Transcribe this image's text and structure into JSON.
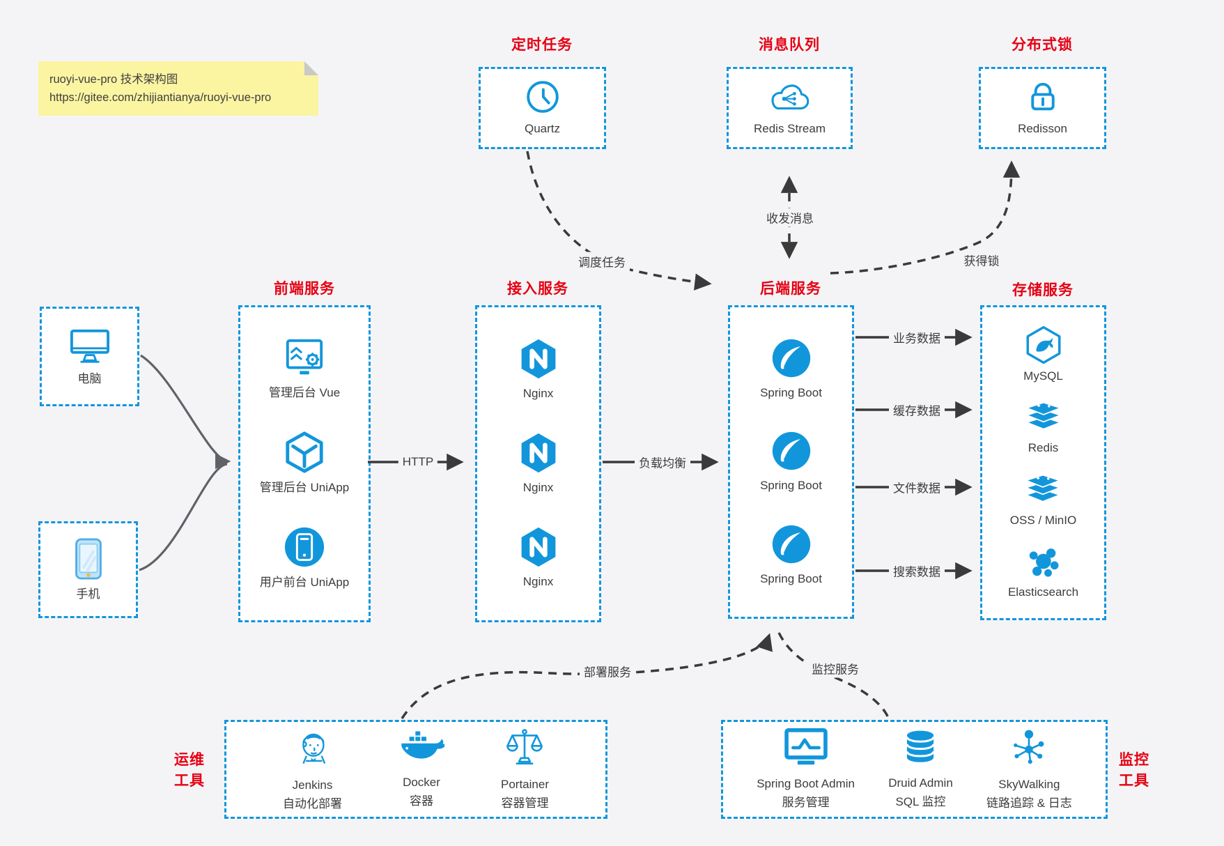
{
  "note": {
    "line1": "ruoyi-vue-pro 技术架构图",
    "line2": "https://gitee.com/zhijiantianya/ruoyi-vue-pro"
  },
  "clients": {
    "desktop": {
      "icon": "desktop-icon",
      "label": "电脑"
    },
    "phone": {
      "icon": "phone-icon",
      "label": "手机"
    }
  },
  "groups": {
    "scheduler": {
      "title": "定时任务",
      "item": {
        "icon": "clock-icon",
        "label": "Quartz"
      }
    },
    "mq": {
      "title": "消息队列",
      "item": {
        "icon": "cloud-share-icon",
        "label": "Redis Stream"
      }
    },
    "dlock": {
      "title": "分布式锁",
      "item": {
        "icon": "lock-icon",
        "label": "Redisson"
      }
    },
    "frontend": {
      "title": "前端服务",
      "items": [
        {
          "icon": "admin-vue-icon",
          "label": "管理后台 Vue"
        },
        {
          "icon": "uniapp-cube-icon",
          "label": "管理后台 UniApp"
        },
        {
          "icon": "user-app-icon",
          "label": "用户前台 UniApp"
        }
      ]
    },
    "gateway": {
      "title": "接入服务",
      "items": [
        {
          "icon": "nginx-icon",
          "label": "Nginx"
        },
        {
          "icon": "nginx-icon",
          "label": "Nginx"
        },
        {
          "icon": "nginx-icon",
          "label": "Nginx"
        }
      ]
    },
    "backend": {
      "title": "后端服务",
      "items": [
        {
          "icon": "spring-boot-icon",
          "label": "Spring Boot"
        },
        {
          "icon": "spring-boot-icon",
          "label": "Spring Boot"
        },
        {
          "icon": "spring-boot-icon",
          "label": "Spring Boot"
        }
      ]
    },
    "storage": {
      "title": "存储服务",
      "items": [
        {
          "icon": "mysql-icon",
          "label": "MySQL"
        },
        {
          "icon": "redis-icon",
          "label": "Redis"
        },
        {
          "icon": "oss-icon",
          "label": "OSS / MinIO"
        },
        {
          "icon": "elasticsearch-icon",
          "label": "Elasticsearch"
        }
      ]
    },
    "devops": {
      "title_line1": "运维",
      "title_line2": "工具",
      "items": [
        {
          "icon": "jenkins-icon",
          "label": "Jenkins",
          "sublabel": "自动化部署"
        },
        {
          "icon": "docker-icon",
          "label": "Docker",
          "sublabel": "容器"
        },
        {
          "icon": "portainer-icon",
          "label": "Portainer",
          "sublabel": "容器管理"
        }
      ]
    },
    "monitoring": {
      "title_line1": "监控",
      "title_line2": "工具",
      "items": [
        {
          "icon": "spring-boot-admin-icon",
          "label": "Spring Boot Admin",
          "sublabel": "服务管理"
        },
        {
          "icon": "druid-icon",
          "label": "Druid Admin",
          "sublabel": "SQL 监控"
        },
        {
          "icon": "skywalking-icon",
          "label": "SkyWalking",
          "sublabel": "链路追踪 & 日志"
        }
      ]
    }
  },
  "edges": {
    "http": "HTTP",
    "load_balance": "负载均衡",
    "schedule_task": "调度任务",
    "send_receive_message": "收发消息",
    "acquire_lock": "获得锁",
    "business_data": "业务数据",
    "cache_data": "缓存数据",
    "file_data": "文件数据",
    "search_data": "搜索数据",
    "deploy_service": "部署服务",
    "monitor_service": "监控服务"
  },
  "colors": {
    "accent_blue": "#1296db",
    "title_red": "#e60013",
    "arrow_dark": "#3a3a3a",
    "arrow_gray": "#5f6368",
    "note_bg": "#fbf4a1",
    "canvas_bg": "#f4f4f6"
  }
}
